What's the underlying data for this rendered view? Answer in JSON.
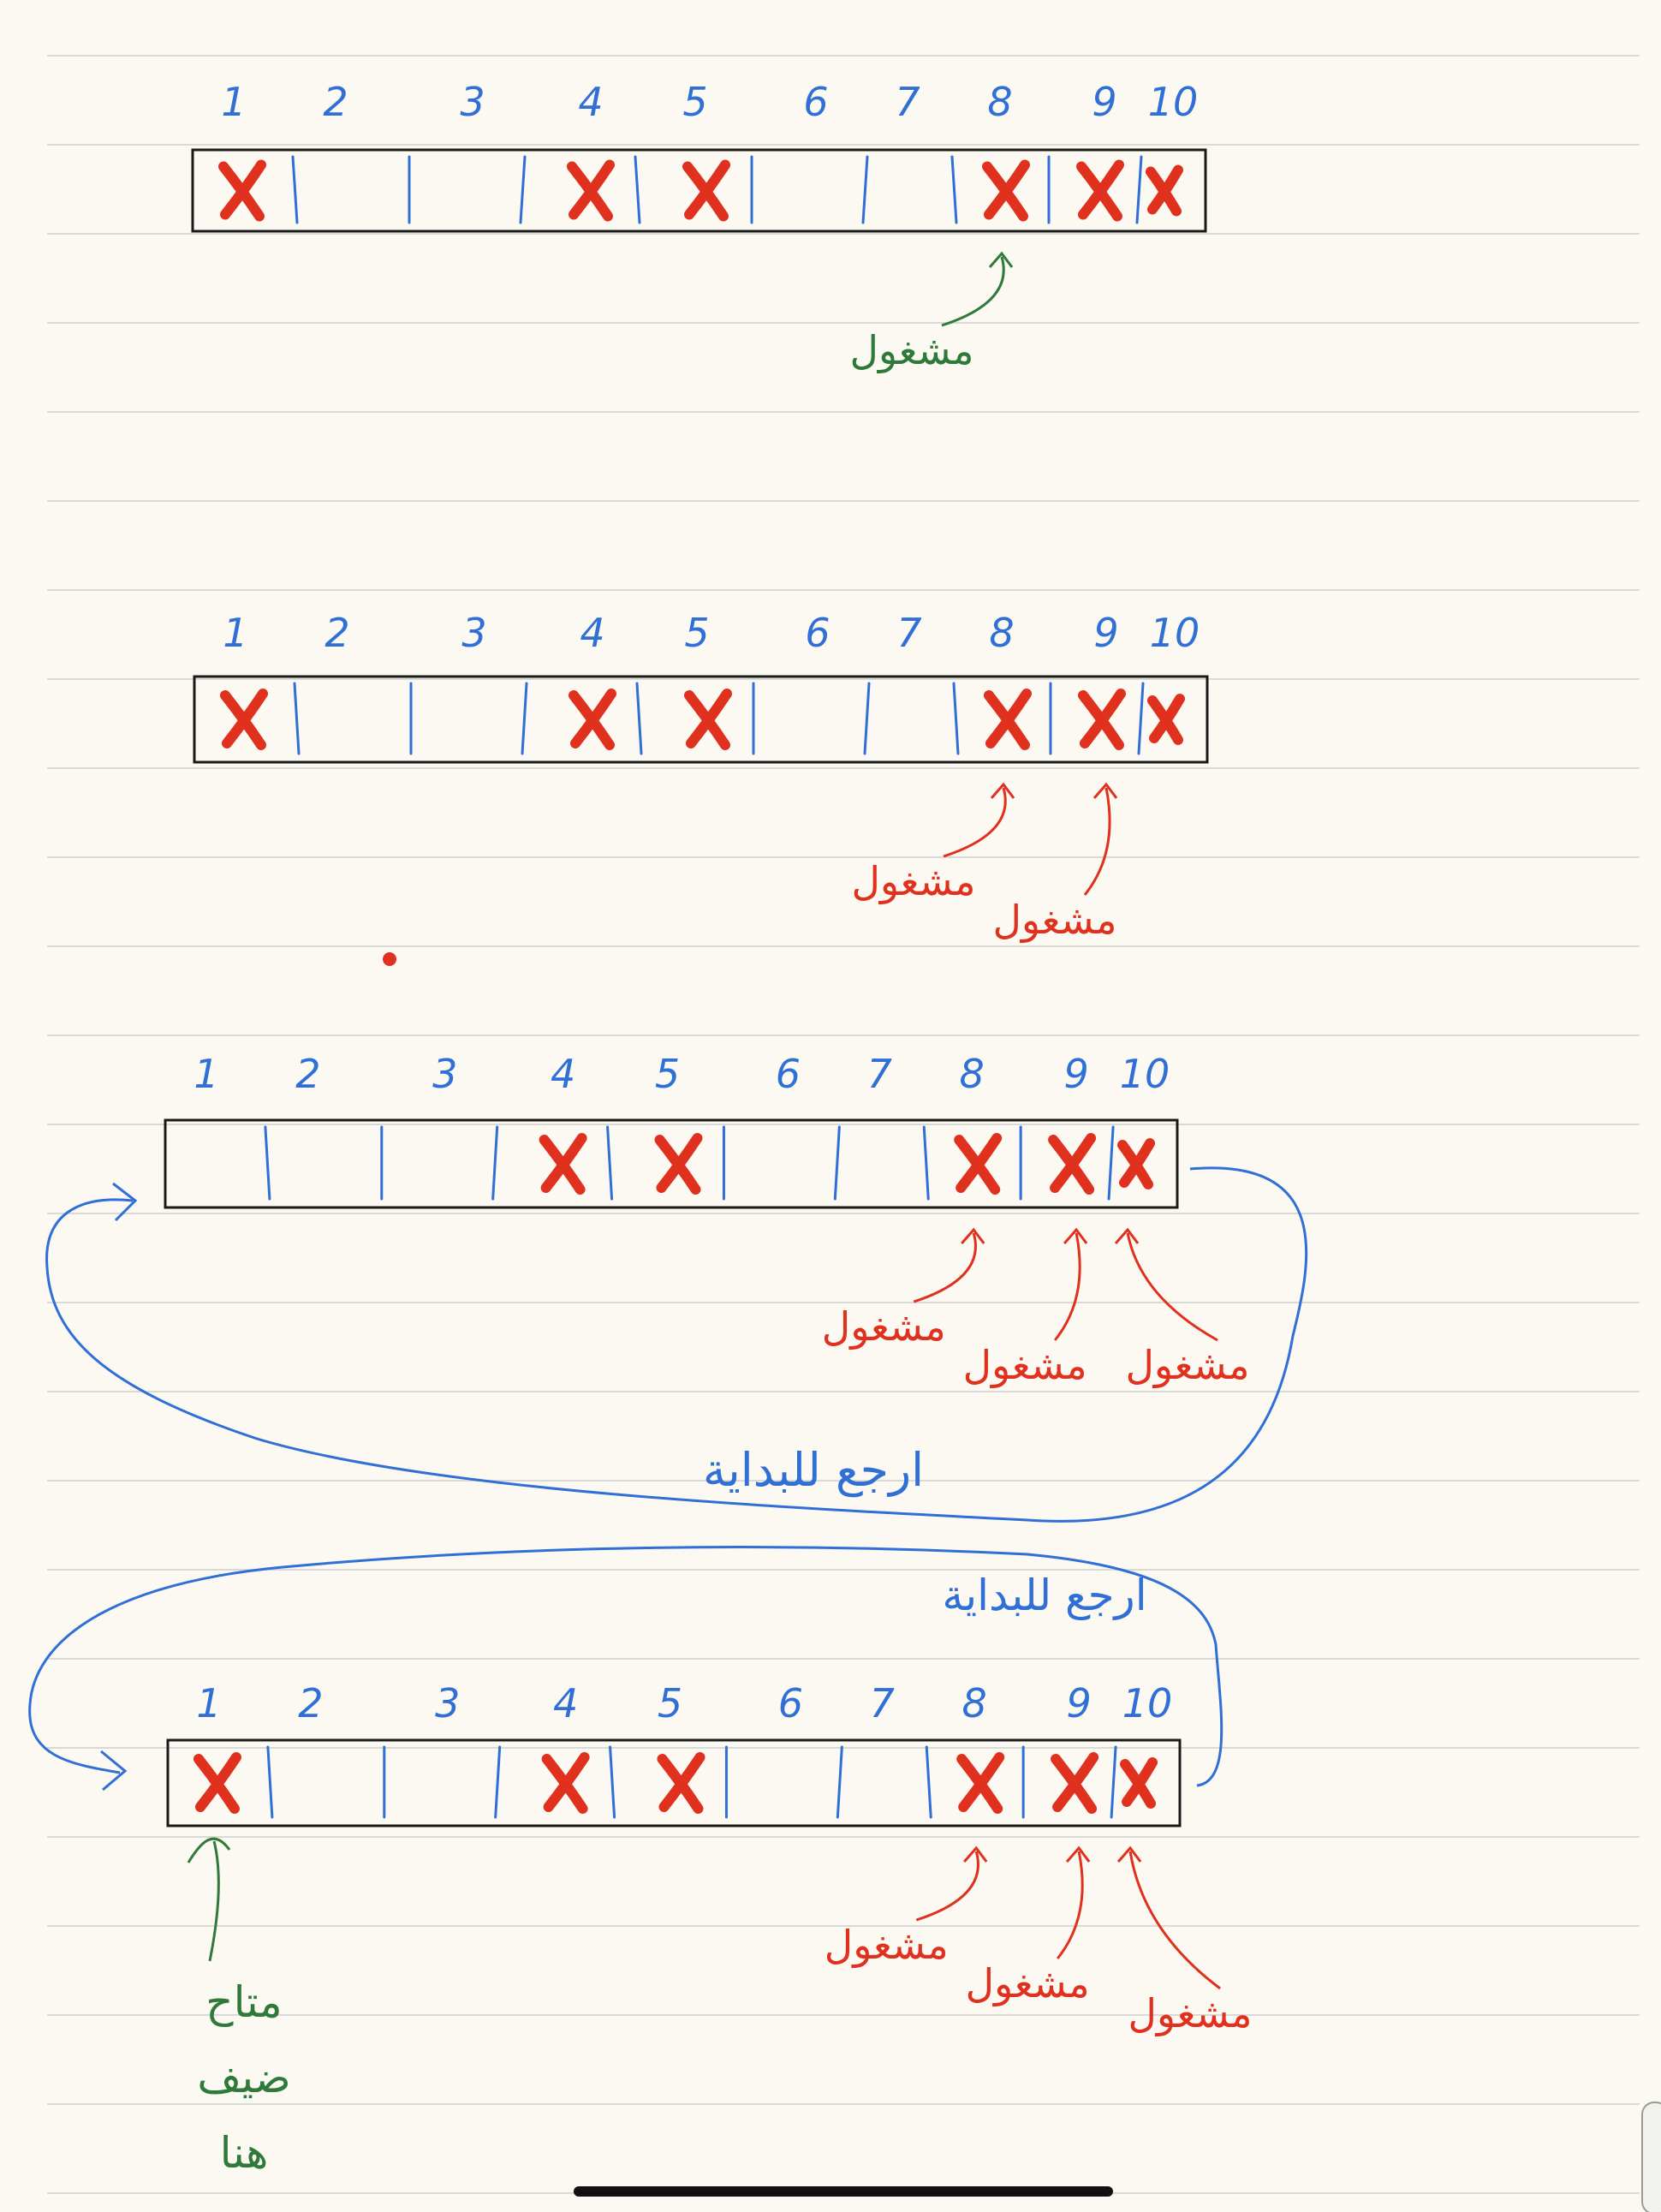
{
  "colors": {
    "paper": "#fbf9f2",
    "ruled_line": "#d9d9d6",
    "box": "#1a1a1a",
    "blue": "#2f6fd6",
    "red": "#e0301e",
    "green": "#2f7a3a"
  },
  "slot_numbers": [
    "1",
    "2",
    "3",
    "4",
    "5",
    "6",
    "7",
    "8",
    "9",
    "10"
  ],
  "diagrams": [
    {
      "id": "row-1",
      "marked_slots": [
        1,
        4,
        5,
        8,
        9,
        10
      ],
      "annotations": [
        {
          "text": "مشغول",
          "color": "green",
          "slot": 8
        }
      ]
    },
    {
      "id": "row-2",
      "marked_slots": [
        1,
        4,
        5,
        8,
        9,
        10
      ],
      "annotations": [
        {
          "text": "مشغول",
          "color": "red",
          "slot": 8
        },
        {
          "text": "مشغول",
          "color": "red",
          "slot": 9
        }
      ]
    },
    {
      "id": "row-3",
      "marked_slots": [
        4,
        5,
        8,
        9,
        10
      ],
      "annotations": [
        {
          "text": "مشغول",
          "color": "red",
          "slot": 8
        },
        {
          "text": "مشغول",
          "color": "red",
          "slot": 9
        },
        {
          "text": "مشغول",
          "color": "red",
          "slot": 10
        }
      ],
      "loop_note": "ارجع للبداية"
    },
    {
      "id": "row-4",
      "marked_slots": [
        1,
        4,
        5,
        8,
        9,
        10
      ],
      "annotations": [
        {
          "text": "مشغول",
          "color": "red",
          "slot": 8
        },
        {
          "text": "مشغول",
          "color": "red",
          "slot": 9
        },
        {
          "text": "مشغول",
          "color": "red",
          "slot": 10
        }
      ],
      "loop_note": "ارجع للبداية",
      "free_note": [
        "متاح",
        "ضيف",
        "هنا"
      ]
    }
  ]
}
